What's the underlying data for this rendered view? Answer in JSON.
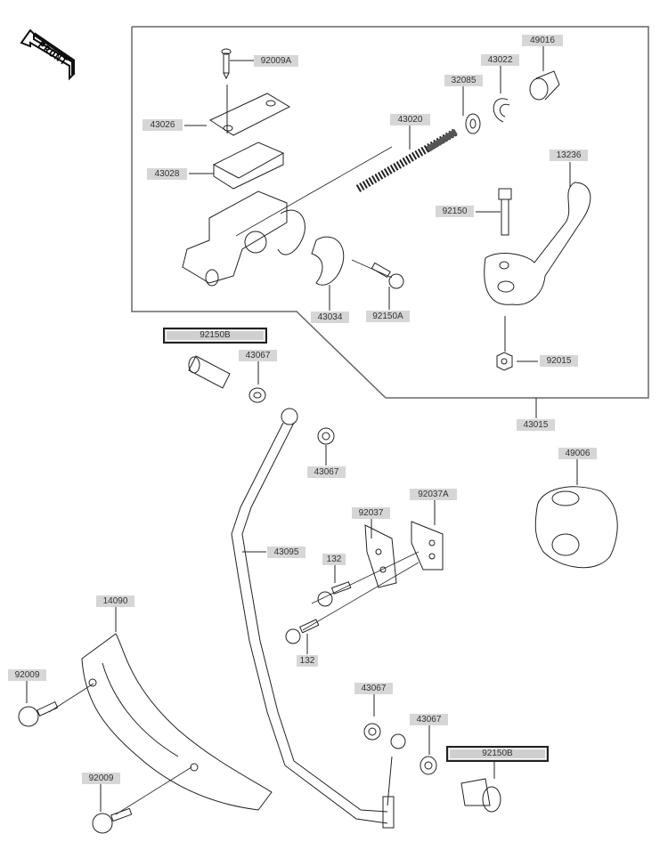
{
  "front_marker": {
    "text": "FRONT",
    "icon": "front-arrow-icon"
  },
  "callouts": {
    "p92009A": "92009A",
    "p43026": "43026",
    "p43028": "43028",
    "p43020": "43020",
    "p32085": "32085",
    "p43022": "43022",
    "p49016": "49016",
    "p13236": "13236",
    "p92150": "92150",
    "p43034": "43034",
    "p92150A": "92150A",
    "p92015": "92015",
    "p43015": "43015",
    "p92150B_top": "92150B",
    "p43067_a": "43067",
    "p43067_b": "43067",
    "p49006": "49006",
    "p92037A": "92037A",
    "p92037": "92037",
    "p43095": "43095",
    "p132_a": "132",
    "p132_b": "132",
    "p14090": "14090",
    "p92009_a": "92009",
    "p43067_c": "43067",
    "p43067_d": "43067",
    "p92150B_bottom": "92150B",
    "p92009_b": "92009"
  },
  "colors": {
    "label_bg": "#d6d6d6",
    "line": "#222222",
    "frame": "#555555"
  }
}
